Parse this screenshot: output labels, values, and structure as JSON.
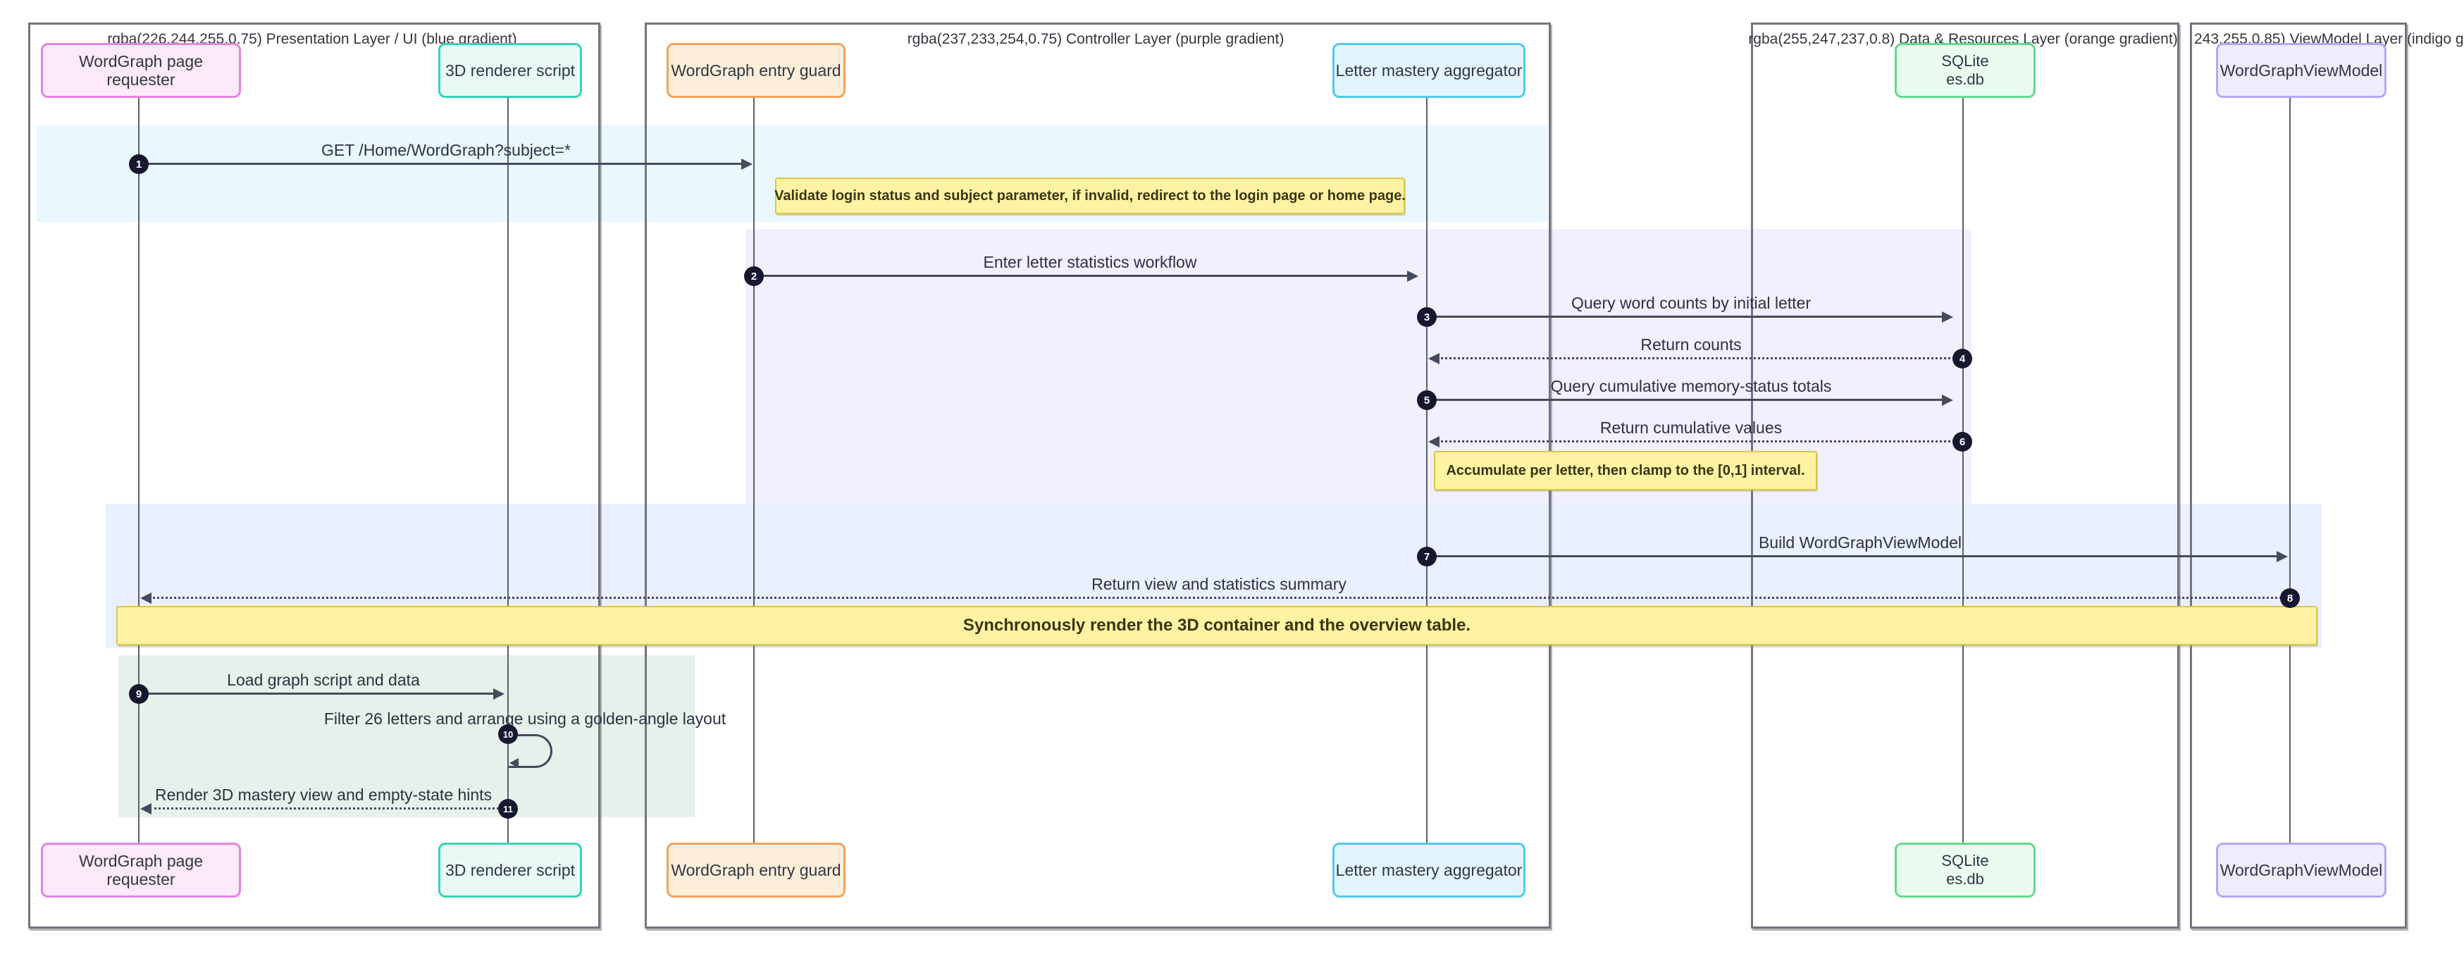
{
  "diagram": {
    "kind": "sequence-diagram",
    "layers": [
      {
        "title": "rgba(226,244,255,0.75) Presentation Layer / UI (blue gradient)"
      },
      {
        "title": "rgba(237,233,254,0.75) Controller Layer (purple gradient)"
      },
      {
        "title": "rgba(255,247,237,0.8) Data & Resources Layer (orange gradient)"
      },
      {
        "title": "243,255,0.85) ViewModel Layer (indigo g"
      }
    ],
    "actors": [
      {
        "label": "WordGraph page requester",
        "fill": "#fce9f9",
        "border": "#e186de"
      },
      {
        "label": "3D renderer script",
        "fill": "#e9faf5",
        "border": "#36d3b8"
      },
      {
        "label": "WordGraph entry guard",
        "fill": "#fdeeda",
        "border": "#f2a25c"
      },
      {
        "label": "Letter mastery aggregator",
        "fill": "#e2f5fc",
        "border": "#52cbe8"
      },
      {
        "label": "SQLite",
        "label2": "es.db",
        "fill": "#eafbf0",
        "border": "#62da8d"
      },
      {
        "label": "WordGraphViewModel",
        "fill": "#efecfd",
        "border": "#b5a9f3"
      }
    ],
    "messages": [
      {
        "num": "1",
        "label": "GET /Home/WordGraph?subject=*"
      },
      {
        "num": "2",
        "label": "Enter letter statistics workflow"
      },
      {
        "num": "3",
        "label": "Query word counts by initial letter"
      },
      {
        "num": "4",
        "label": "Return counts"
      },
      {
        "num": "5",
        "label": "Query cumulative memory-status totals"
      },
      {
        "num": "6",
        "label": "Return cumulative values"
      },
      {
        "num": "7",
        "label": "Build WordGraphViewModel"
      },
      {
        "num": "8",
        "label": "Return view and statistics summary"
      },
      {
        "num": "9",
        "label": "Load graph script and data"
      },
      {
        "num": "10",
        "label": "Filter 26 letters and arrange using a golden-angle layout"
      },
      {
        "num": "11",
        "label": "Render 3D mastery view and empty-state hints"
      }
    ],
    "notes": [
      {
        "text": "Validate login status and subject parameter, if invalid, redirect to the login page or home page."
      },
      {
        "text": "Accumulate per letter, then clamp to the [0,1] interval."
      },
      {
        "text": "Synchronously render the 3D container and the overview table."
      }
    ],
    "colors": {
      "band_presentation": "rgba(226,244,255,0.75)",
      "band_controller": "rgba(237,233,254,0.75)",
      "band_viewmodel": "rgba(230,237,255,0.85)",
      "band_render_phase": "rgba(226,239,232,0.9)",
      "note_fill": "#fdf3a2",
      "note_border": "#dcc64d",
      "arrow": "#454a5e",
      "number_badge": "#17172f"
    }
  }
}
